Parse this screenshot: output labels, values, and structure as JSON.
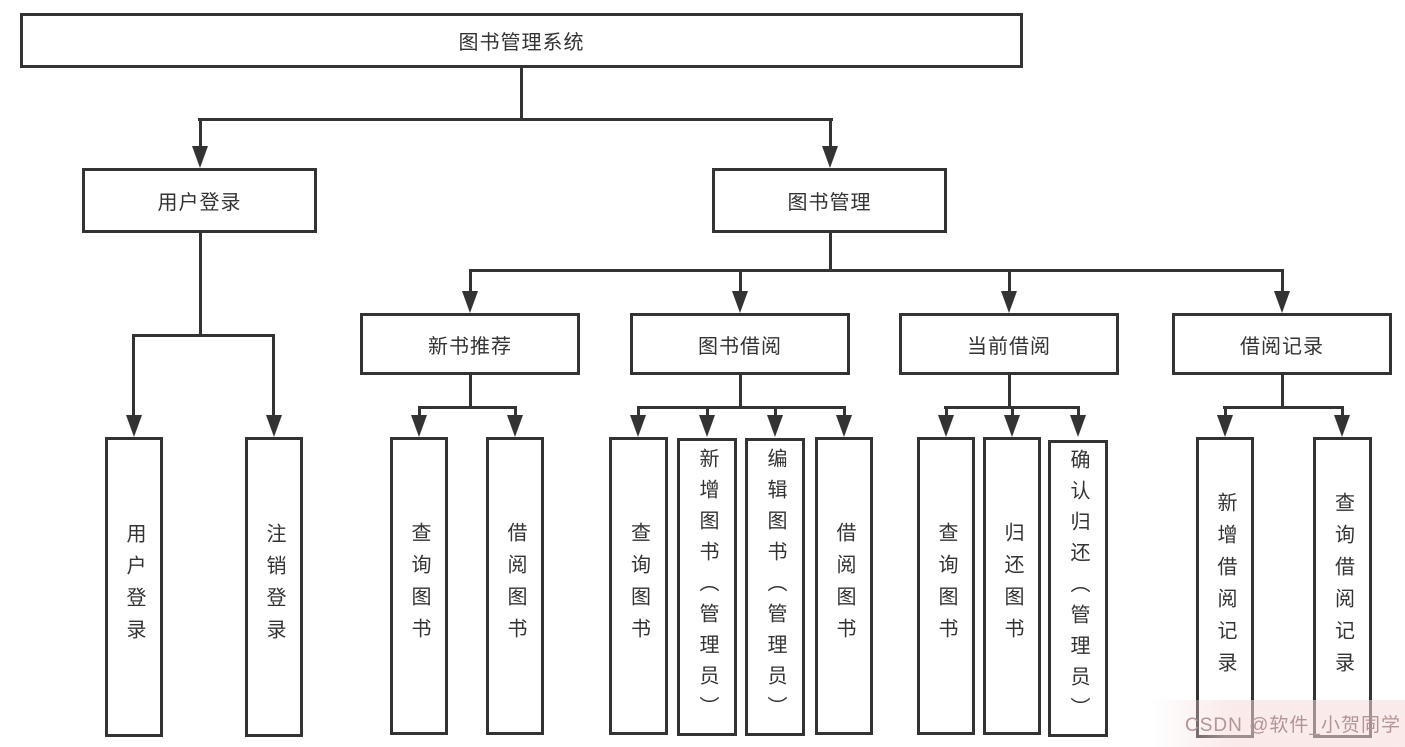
{
  "nodes": {
    "root": "图书管理系统",
    "user_login": "用户登录",
    "book_mgmt": "图书管理",
    "new_book_rec": "新书推荐",
    "book_borrow": "图书借阅",
    "current_borrow": "当前借阅",
    "borrow_records": "借阅记录",
    "leaf_user_login": "用户登录",
    "leaf_logout": "注销登录",
    "leaf_query_book_1": "查询图书",
    "leaf_borrow_book_1": "借阅图书",
    "leaf_query_book_2": "查询图书",
    "leaf_add_book": "新增图书（管理员）",
    "leaf_edit_book": "编辑图书（管理员）",
    "leaf_borrow_book_2": "借阅图书",
    "leaf_query_book_3": "查询图书",
    "leaf_return_book": "归还图书",
    "leaf_confirm_return": "确认归还（管理员）",
    "leaf_add_record": "新增借阅记录",
    "leaf_query_record": "查询借阅记录"
  },
  "hierarchy": {
    "root": "图书管理系统",
    "children": [
      {
        "label": "用户登录",
        "children": [
          "用户登录",
          "注销登录"
        ]
      },
      {
        "label": "图书管理",
        "children": [
          {
            "label": "新书推荐",
            "children": [
              "查询图书",
              "借阅图书"
            ]
          },
          {
            "label": "图书借阅",
            "children": [
              "查询图书",
              "新增图书（管理员）",
              "编辑图书（管理员）",
              "借阅图书"
            ]
          },
          {
            "label": "当前借阅",
            "children": [
              "查询图书",
              "归还图书",
              "确认归还（管理员）"
            ]
          },
          {
            "label": "借阅记录",
            "children": [
              "新增借阅记录",
              "查询借阅记录"
            ]
          }
        ]
      }
    ]
  },
  "watermark": "CSDN @软件_小贺同学",
  "colors": {
    "line": "#333333",
    "text": "#333333",
    "background": "#ffffff",
    "watermark_text": "#b39494",
    "watermark_bg": "#f7dbdb"
  }
}
